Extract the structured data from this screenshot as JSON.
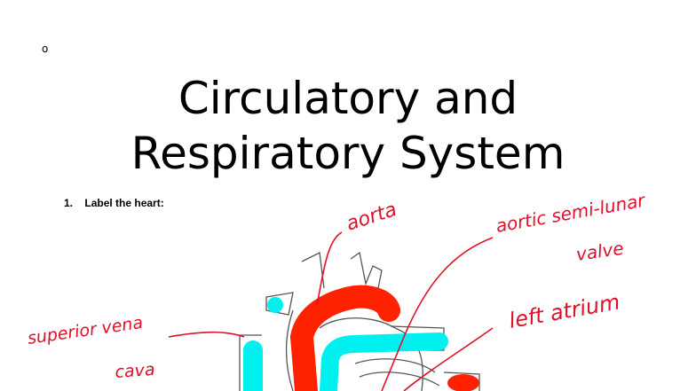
{
  "document": {
    "bullet": "o",
    "title_line1": "Circulatory and",
    "title_line2": "Respiratory System",
    "question_number": "1.",
    "question_text": "Label the heart:"
  },
  "annotations": {
    "aorta": "aorta",
    "aortic_valve_line1": "aortic semi-lunar",
    "aortic_valve_line2": "valve",
    "left_atrium": "left atrium",
    "superior_vena_cava_line1": "superior vena",
    "superior_vena_cava_line2": "cava"
  },
  "colors": {
    "ink": "#e0102a",
    "oxygenated": "#ff2200",
    "deoxygenated": "#00f0f0",
    "outline": "#555555"
  }
}
